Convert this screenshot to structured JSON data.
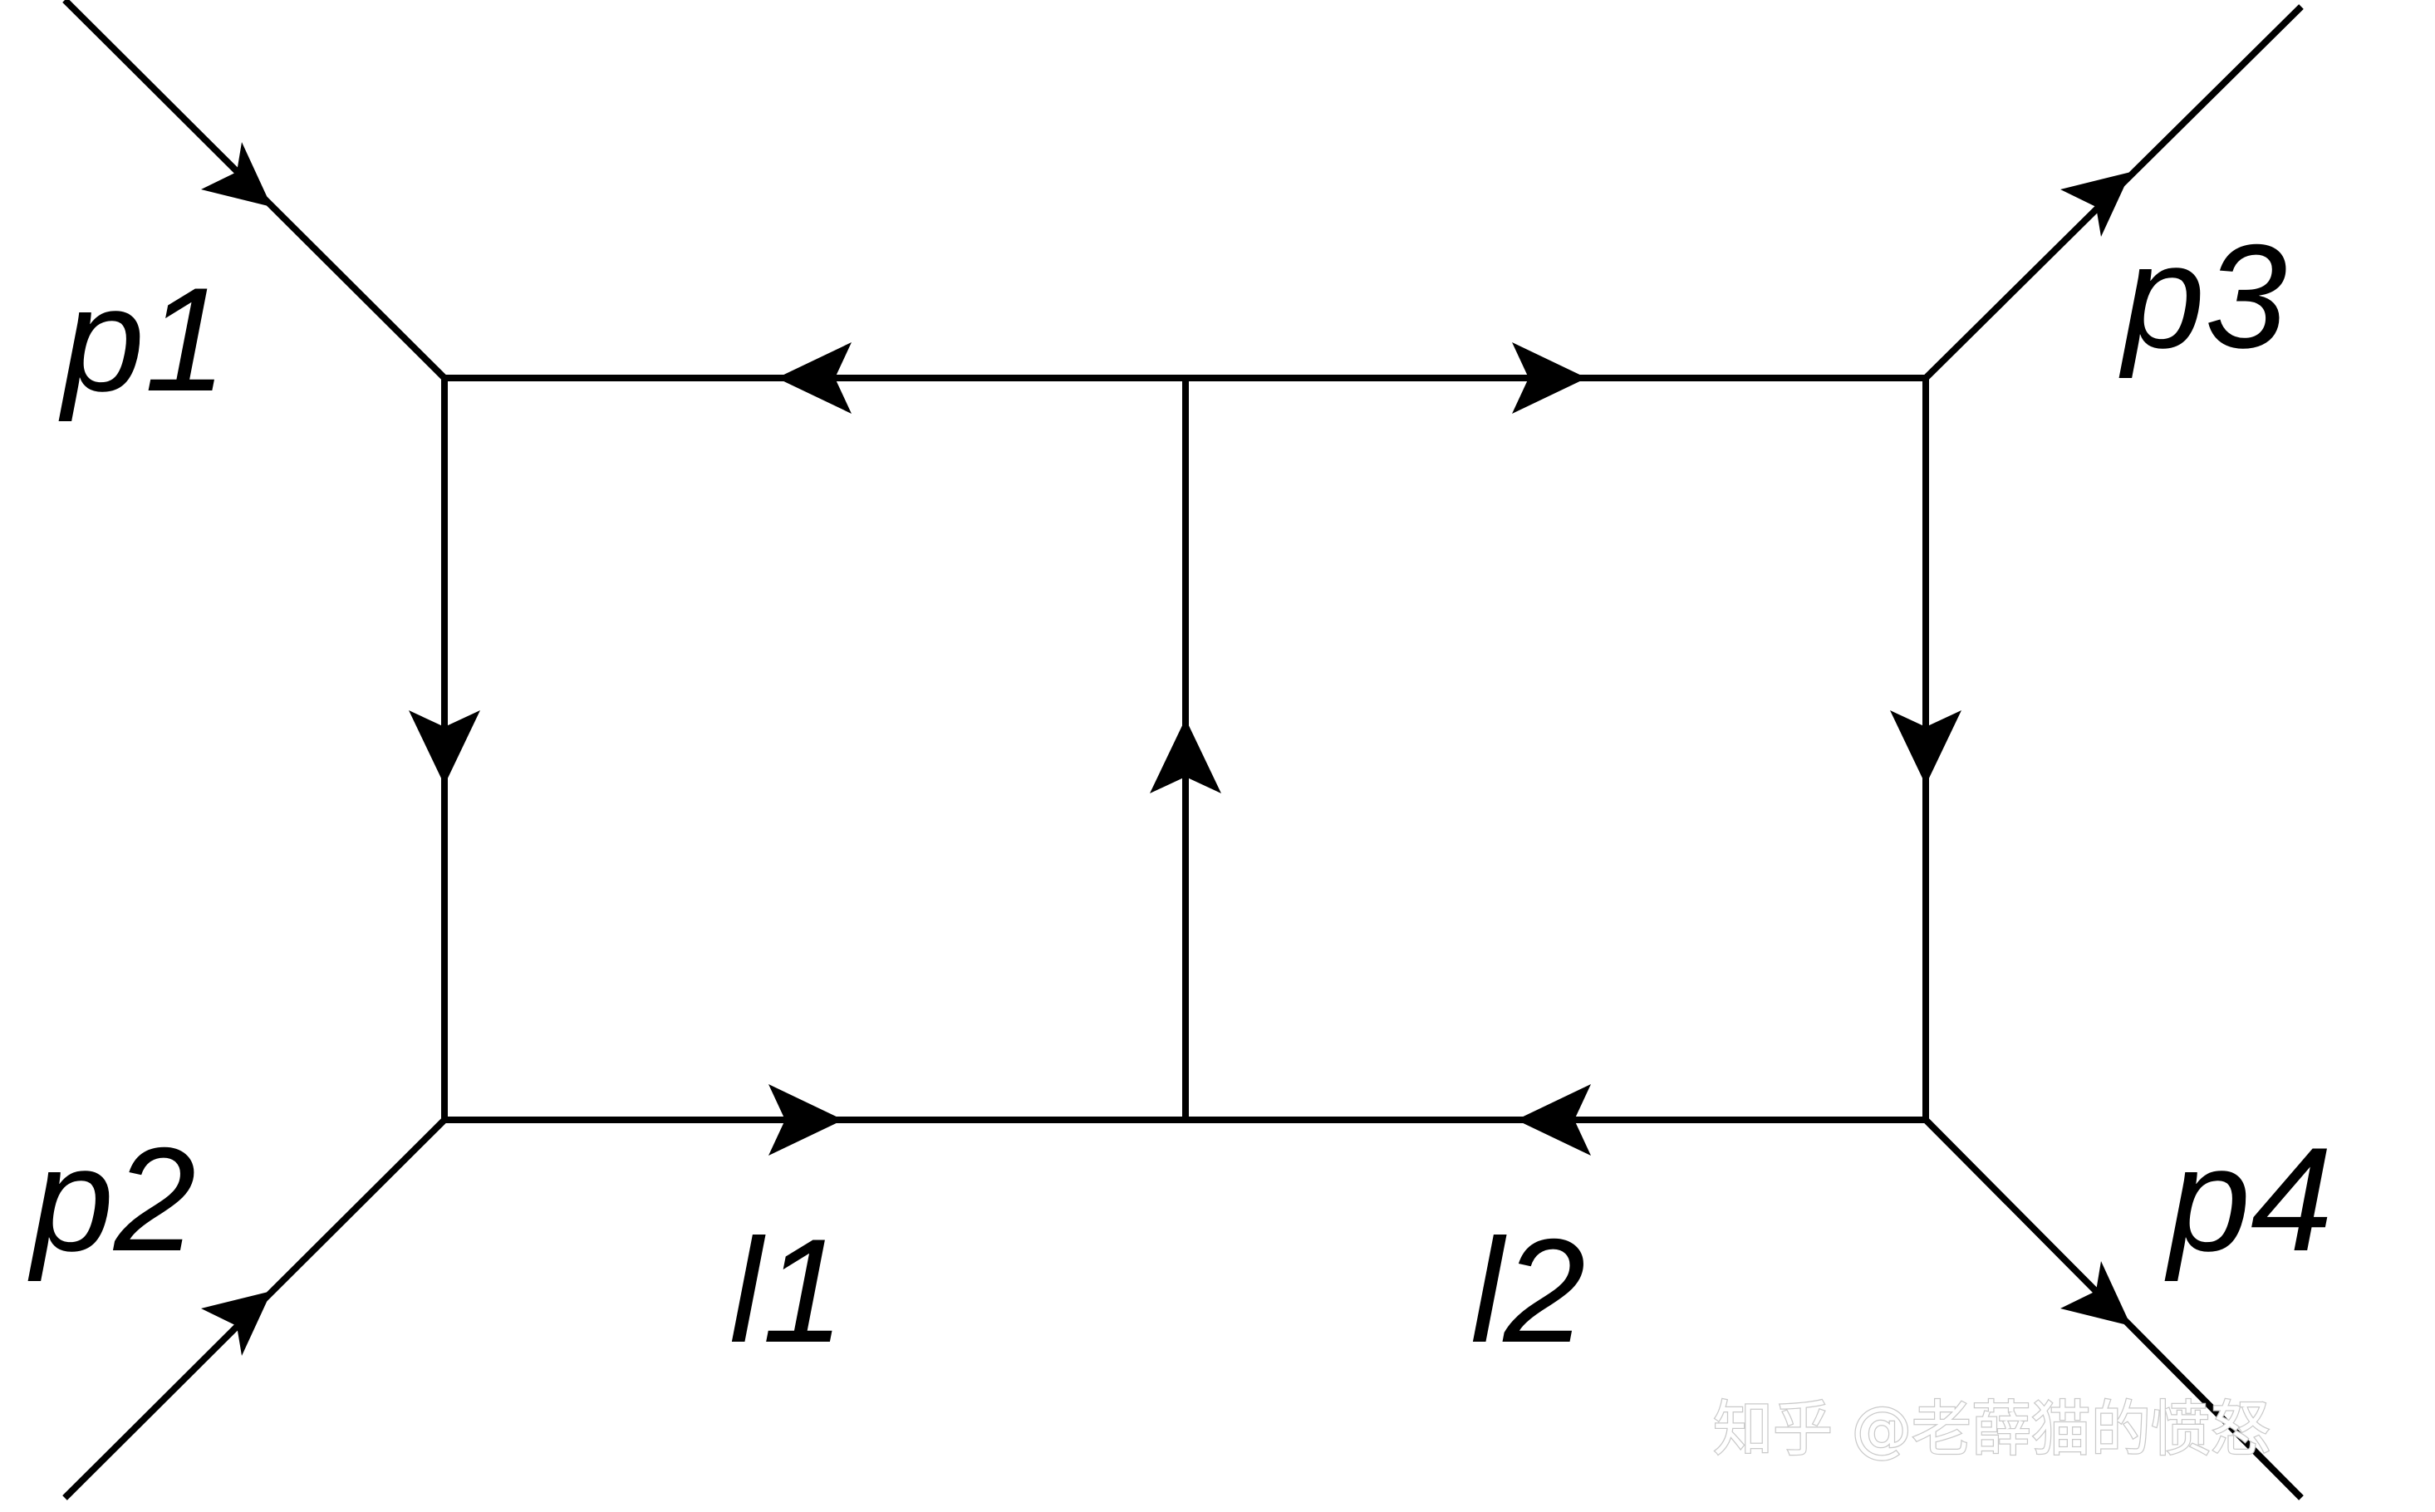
{
  "diagram": {
    "colors": {
      "line": "#000000",
      "background": "#ffffff",
      "watermark_outline": "#c9c9c9"
    },
    "external_legs": [
      {
        "id": "p1",
        "label": "p1",
        "direction": "incoming"
      },
      {
        "id": "p2",
        "label": "p2",
        "direction": "incoming"
      },
      {
        "id": "p3",
        "label": "p3",
        "direction": "outgoing"
      },
      {
        "id": "p4",
        "label": "p4",
        "direction": "outgoing"
      }
    ],
    "internal_labels": {
      "loop1": "l1",
      "loop2": "l2"
    },
    "watermark": "知乎 @老薛猫的愤怒"
  }
}
